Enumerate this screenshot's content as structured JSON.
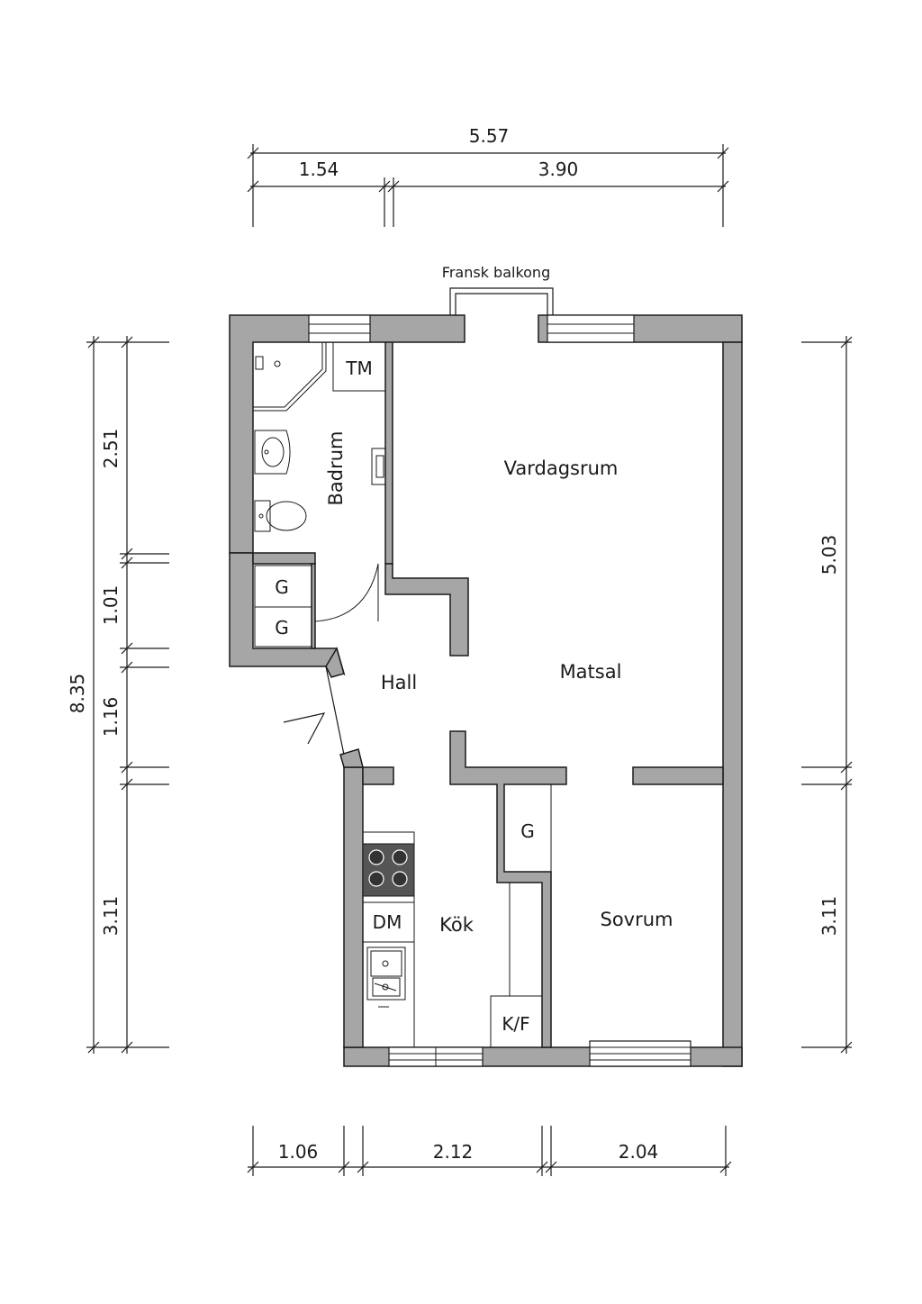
{
  "rooms": {
    "vardagsrum": "Vardagsrum",
    "matsal": "Matsal",
    "hall": "Hall",
    "kok": "Kök",
    "sovrum": "Sovrum",
    "badrum": "Badrum"
  },
  "fixtures": {
    "tm": "TM",
    "g1": "G",
    "g2": "G",
    "g3": "G",
    "dm": "DM",
    "kf": "K/F"
  },
  "balcony_label": "Fransk balkong",
  "dimensions": {
    "top_total": "5.57",
    "top_left": "1.54",
    "top_right": "3.90",
    "bottom_1": "1.06",
    "bottom_2": "2.12",
    "bottom_3": "2.04",
    "left_total": "8.35",
    "left_1": "2.51",
    "left_2": "1.01",
    "left_3": "1.16",
    "left_4": "3.11",
    "right_1": "5.03",
    "right_2": "3.11"
  },
  "colors": {
    "wall_fill": "#a6a6a6",
    "line": "#1a1a1a",
    "background": "#ffffff"
  }
}
